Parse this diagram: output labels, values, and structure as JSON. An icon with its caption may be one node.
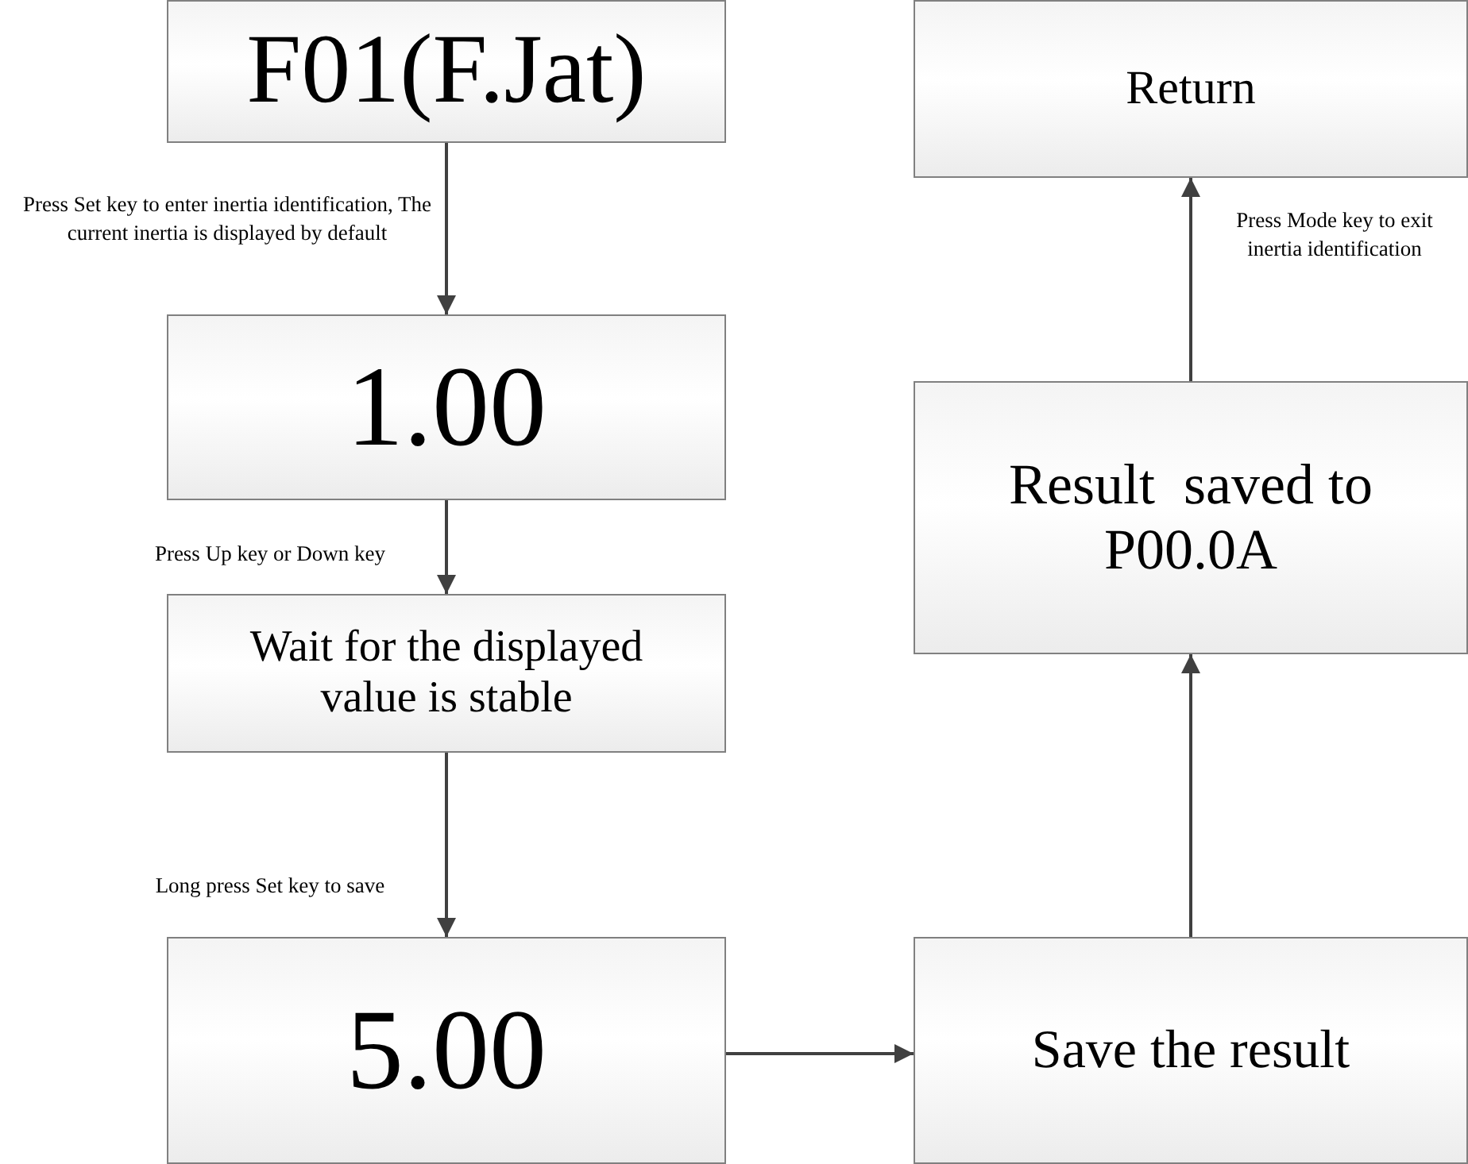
{
  "diagram": {
    "nodes": [
      {
        "text": [
          "F01(F.Jat)"
        ]
      },
      {
        "text": [
          "1.00"
        ]
      },
      {
        "text": [
          "Wait for the displayed value is stable"
        ]
      },
      {
        "text": [
          "5.00"
        ]
      },
      {
        "text": [
          "Return"
        ]
      },
      {
        "text": [
          "Result  saved to P00.0A"
        ]
      },
      {
        "text": [
          "Save the result"
        ]
      }
    ],
    "edges": [
      {
        "from": 0,
        "to": 1,
        "arrow": "to",
        "label": "Press Set key to enter inertia identification, The current inertia is displayed by default"
      },
      {
        "from": 1,
        "to": 2,
        "arrow": "to",
        "label": "Press Up key or Down key"
      },
      {
        "from": 2,
        "to": 3,
        "arrow": "to",
        "label": "Long press Set key to save"
      },
      {
        "from": 3,
        "to": 6,
        "arrow": "to"
      },
      {
        "from": 6,
        "to": 5,
        "arrow": "to"
      },
      {
        "from": 5,
        "to": 4,
        "arrow": "to",
        "label": "Press Mode key to exit inertia identification"
      }
    ]
  }
}
